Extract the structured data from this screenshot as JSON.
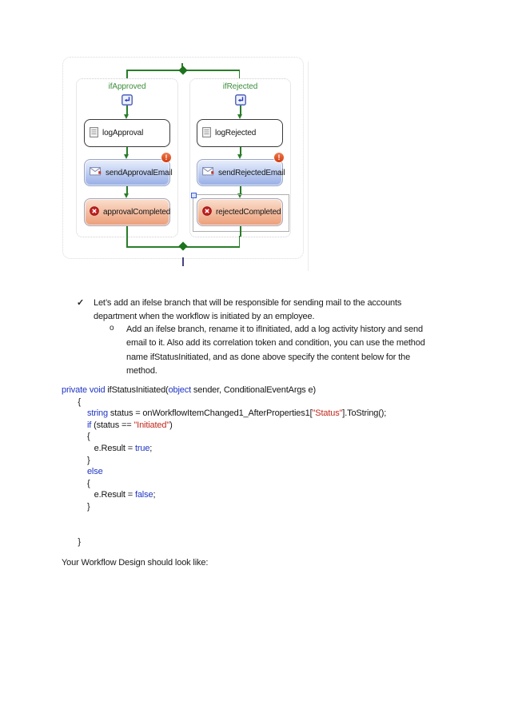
{
  "diagram": {
    "branches": [
      {
        "title": "ifApproved",
        "activities": {
          "log": "logApproval",
          "send": "sendApprovalEmail",
          "completed": "approvalCompleted"
        }
      },
      {
        "title": "ifRejected",
        "activities": {
          "log": "logRejected",
          "send": "sendRejectedEmail",
          "completed": "rejectedCompleted"
        }
      }
    ]
  },
  "icons": {
    "error_badge": "!",
    "check_bullet": "✓",
    "sub_bullet": "o"
  },
  "colors": {
    "green": "#2a7d2a",
    "greenDark": "#1d741d",
    "labelGreen": "#3e8e3e",
    "joinBlue": "#44447e",
    "sendTop": "#e9effc",
    "sendBottom": "#97aee6",
    "sendBorder": "#98a4c6",
    "doneTop": "#fbdfcd",
    "doneBottom": "#ec9e78",
    "doneBorder": "#a7a7bb",
    "badgeRed": "#d23c10",
    "terminateRed": "#c42020",
    "kwBlue": "#1f35c4",
    "strRed": "#c0281c"
  },
  "instructions": {
    "check_lines": [
      "Let’s add an ifelse branch that will be responsible for sending mail to the accounts",
      "department when the workflow is initiated by an employee."
    ],
    "sub_lines": [
      "Add an ifelse branch, rename it to ifInitiated, add a log activity history and send",
      "email to it. Also add its correlation token and condition, you can use the method",
      "name ifStatusInitiated, and as done above specify the content below for the",
      "method."
    ]
  },
  "code": {
    "lines": [
      [
        {
          "c": "k",
          "t": "private"
        },
        {
          "c": "n",
          "t": " "
        },
        {
          "c": "k",
          "t": "void"
        },
        {
          "c": "n",
          "t": " ifStatusInitiated("
        },
        {
          "c": "k",
          "t": "object"
        },
        {
          "c": "n",
          "t": " sender, ConditionalEventArgs e)"
        }
      ],
      [
        {
          "c": "n",
          "t": "       {"
        }
      ],
      [
        {
          "c": "n",
          "t": "           "
        },
        {
          "c": "k",
          "t": "string"
        },
        {
          "c": "n",
          "t": " status = onWorkflowItemChanged1_AfterProperties1["
        },
        {
          "c": "s",
          "t": "\"Status\""
        },
        {
          "c": "n",
          "t": "].ToString();"
        }
      ],
      [
        {
          "c": "n",
          "t": "           "
        },
        {
          "c": "k",
          "t": "if"
        },
        {
          "c": "n",
          "t": " (status == "
        },
        {
          "c": "s",
          "t": "\"Initiated\""
        },
        {
          "c": "n",
          "t": ")"
        }
      ],
      [
        {
          "c": "n",
          "t": "           {"
        }
      ],
      [
        {
          "c": "n",
          "t": "              e.Result = "
        },
        {
          "c": "k",
          "t": "true"
        },
        {
          "c": "n",
          "t": ";"
        }
      ],
      [
        {
          "c": "n",
          "t": "           }"
        }
      ],
      [
        {
          "c": "n",
          "t": "           "
        },
        {
          "c": "k",
          "t": "else"
        }
      ],
      [
        {
          "c": "n",
          "t": "           {"
        }
      ],
      [
        {
          "c": "n",
          "t": "              e.Result = "
        },
        {
          "c": "k",
          "t": "false"
        },
        {
          "c": "n",
          "t": ";"
        }
      ],
      [
        {
          "c": "n",
          "t": "           }"
        }
      ],
      [],
      [],
      [
        {
          "c": "n",
          "t": "       }"
        }
      ]
    ]
  },
  "footer": {
    "text": "Your Workflow Design should look like:"
  }
}
